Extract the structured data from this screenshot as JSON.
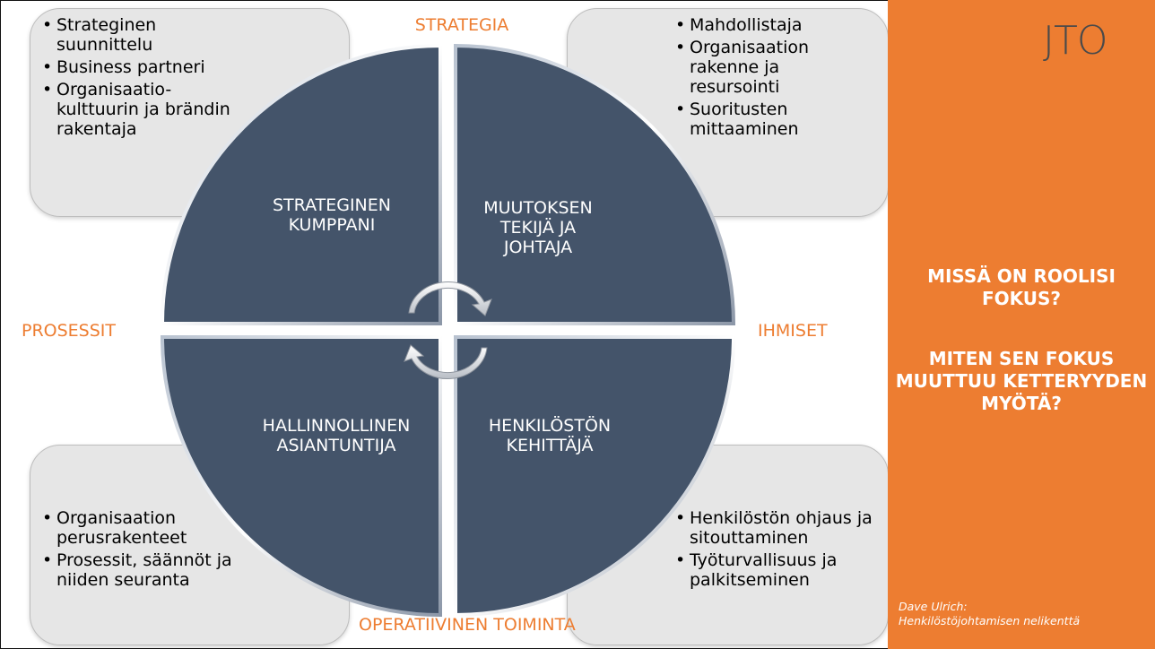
{
  "axis_labels": {
    "top": "STRATEGIA",
    "left": "PROSESSIT",
    "right": "IHMISET",
    "bottom": "OPERATIIVINEN TOIMINTA"
  },
  "quadrants": {
    "top_left": {
      "title": "STRATEGINEN KUMPPANI",
      "bullets": [
        "Strateginen suunnittelu",
        "Business partneri",
        "Organisaatio-kulttuurin ja brändin rakentaja"
      ]
    },
    "top_right": {
      "title": "MUUTOKSEN TEKIJÄ JA JOHTAJA",
      "bullets": [
        "Mahdollistaja",
        "Organisaation rakenne ja resursointi",
        "Suoritusten mittaaminen"
      ]
    },
    "bottom_left": {
      "title": "HALLINNOLLINEN ASIANTUNTIJA",
      "bullets": [
        "Organisaation perusrakenteet",
        "Prosessit, säännöt ja niiden seuranta"
      ]
    },
    "bottom_right": {
      "title": "HENKILÖSTÖN KEHITTÄJÄ",
      "bullets": [
        "Henkilöstön ohjaus ja sitouttaminen",
        "Työturvallisuus ja palkitseminen"
      ]
    }
  },
  "sidebar": {
    "logo_text": "JTO",
    "question_1": "MISSÄ ON ROOLISI FOKUS?",
    "question_2": "MITEN SEN FOKUS MUUTTUU KETTERYYDEN MYÖTÄ?",
    "credit_line_1": "Dave Ulrich:",
    "credit_line_2": "Henkilöstöjohtamisen nelikenttä"
  },
  "colors": {
    "quadrant_fill": "#44546a",
    "accent_orange": "#ed7d31",
    "box_fill": "#e6e6e6"
  }
}
